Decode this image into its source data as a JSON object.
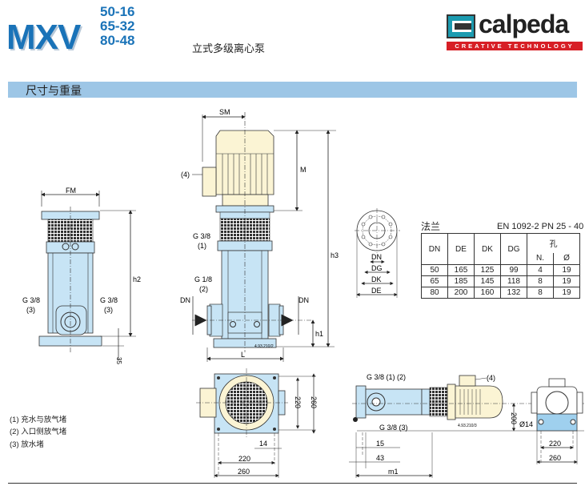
{
  "header": {
    "model": "MXV",
    "variants": [
      "50-16",
      "65-32",
      "80-48"
    ],
    "subtitle": "立式多级离心泵",
    "brand": {
      "name": "calpeda",
      "tagline": "CREATIVE TECHNOLOGY",
      "colors": {
        "teal": "#1b9bb0",
        "red": "#d71f26"
      }
    }
  },
  "section": {
    "title": "尺寸与重量",
    "color": "#9dc6e6"
  },
  "drawings": {
    "front_view": {
      "labels": {
        "fm": "FM",
        "h2": "h2",
        "drain_left": "G 3/8",
        "drain_left_ref": "(3)",
        "drain_right": "G 3/8",
        "drain_right_ref": "(3)",
        "base": "35"
      }
    },
    "side_view": {
      "labels": {
        "sm": "SM",
        "m": "M",
        "h3": "h3",
        "h1": "h1",
        "l": "L",
        "dn_left": "DN",
        "dn_right": "DN",
        "terminal_ref": "(4)",
        "fill_plug": "G 3/8",
        "fill_plug_ref": "(1)",
        "vent_plug": "G 1/8",
        "vent_plug_ref": "(2)",
        "drawing_code": "4.93.210/2"
      }
    },
    "flange_view": {
      "labels": {
        "dn": "DN",
        "dg": "DG",
        "dk": "DK",
        "de": "DE"
      }
    },
    "top_view": {
      "labels": {
        "inner_h": "220",
        "outer_h": "260",
        "hole": "14",
        "inner_w": "220",
        "outer_w": "260"
      }
    },
    "horizontal_view": {
      "labels": {
        "plugs_top": "G 3/8 (1) (2)",
        "plug_bottom": "G 3/8 (3)",
        "terminal_ref": "(4)",
        "height": "200",
        "hole": "Ø14",
        "d15": "15",
        "d43": "43",
        "m1": "m1",
        "inner_w": "220",
        "outer_w": "260",
        "drawing_code": "4.93.210/3"
      }
    }
  },
  "flange_table": {
    "title": "法兰",
    "standard": "EN 1092-2   PN 25 - 40",
    "headers": [
      "DN",
      "DE",
      "DK",
      "DG",
      "孔",
      "N.",
      "Ø"
    ],
    "rows": [
      [
        "50",
        "165",
        "125",
        "99",
        "4",
        "19"
      ],
      [
        "65",
        "185",
        "145",
        "118",
        "8",
        "19"
      ],
      [
        "80",
        "200",
        "160",
        "132",
        "8",
        "19"
      ]
    ]
  },
  "notes": [
    "(1) 充水与放气堵",
    "(2) 入口侧放气堵",
    "(3) 放水堵"
  ]
}
